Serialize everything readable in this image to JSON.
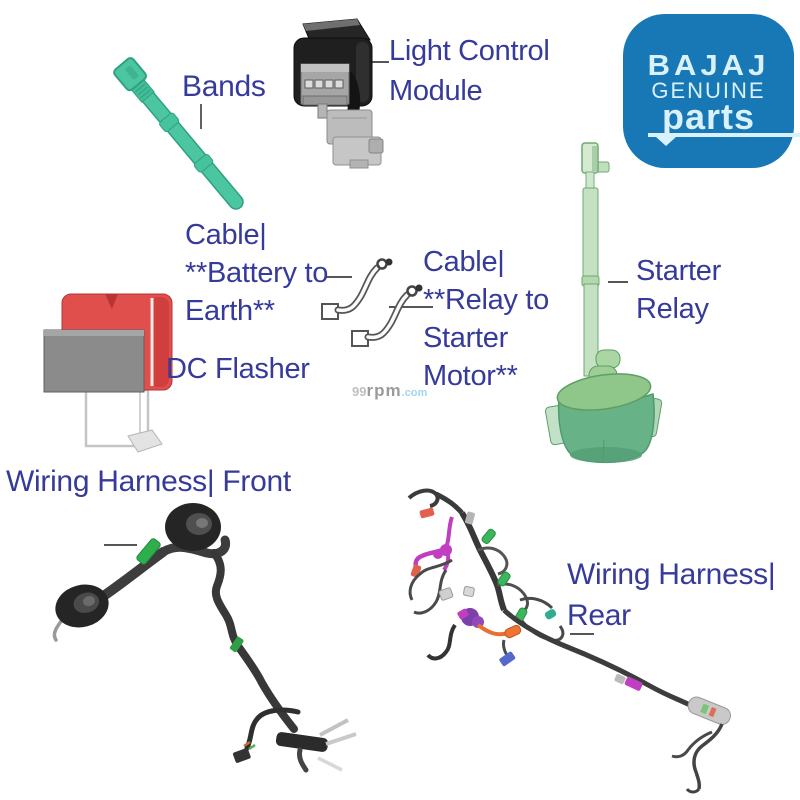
{
  "colors": {
    "label_text": "#363a9a",
    "brand_bg": "#1878b5",
    "brand_text": "#d9f1fb",
    "band_teal": "#4cc6a1",
    "relay_green": "#8fc68a",
    "flasher_red": "#e14f4c",
    "clip_green": "#2fae4e"
  },
  "brand": {
    "title": "BAJAJ",
    "subtitle": "GENUINE",
    "subtitle2": "parts"
  },
  "parts": {
    "bands": {
      "label": "Bands"
    },
    "light_control_module": {
      "label_line1": "Light Control",
      "label_line2": "Module"
    },
    "cable_battery": {
      "label_line1": "Cable|",
      "label_line2": "**Battery to",
      "label_line3": "Earth**"
    },
    "cable_relay": {
      "label_line1": "Cable|",
      "label_line2": "**Relay to",
      "label_line3": "Starter",
      "label_line4": "Motor**"
    },
    "starter_relay": {
      "label_line1": "Starter",
      "label_line2": "Relay"
    },
    "dc_flasher": {
      "label": "DC Flasher"
    },
    "wiring_harness_front": {
      "label": "Wiring Harness| Front"
    },
    "wiring_harness_rear": {
      "label_line1": "Wiring Harness|",
      "label_line2": "Rear"
    }
  },
  "watermark": {
    "prefix": "99",
    "name": "rpm",
    "suffix": ".com"
  }
}
